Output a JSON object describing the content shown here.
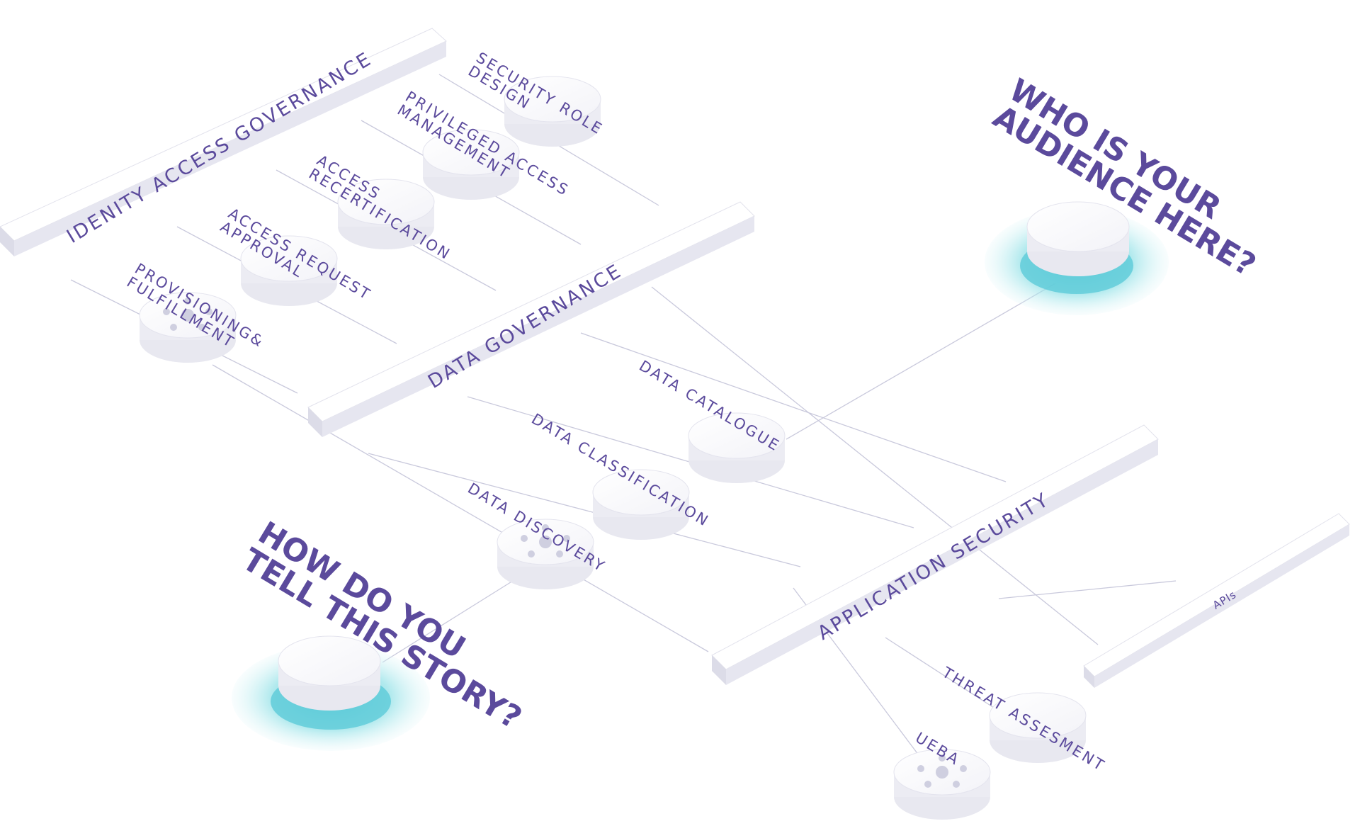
{
  "bars": {
    "identity_access_governance": "IDENITY ACCESS GOVERNANCE",
    "data_governance": "DATA GOVERNANCE",
    "application_security": "APPLICATION SECURITY",
    "apis": "APIs"
  },
  "nodes": {
    "security_role_design": "SECURITY ROLE\nDESIGN",
    "privileged_access_management": "PRIVILEGED ACCESS\nMANAGEMENT",
    "access_recertification": "ACCESS\nRECERTIFICATION",
    "access_request_approval": "ACCESS REQUEST\nAPPROVAL",
    "provisioning_fulfillment": "PROVISIONING&\nFULFILLMENT",
    "data_catalogue": "DATA CATALOGUE",
    "data_classification": "DATA CLASSIFICATION",
    "data_discovery": "DATA DISCOVERY",
    "threat_assesment": "THREAT ASSESMENT",
    "ueba": "UEBA"
  },
  "questions": {
    "audience": "WHO IS YOUR\nAUDIENCE HERE?",
    "story": "HOW DO YOU\nTELL THIS STORY?"
  },
  "colors": {
    "text": "#5b4a9c",
    "line": "#c9c9dc",
    "glow": "#7fd8e0"
  }
}
